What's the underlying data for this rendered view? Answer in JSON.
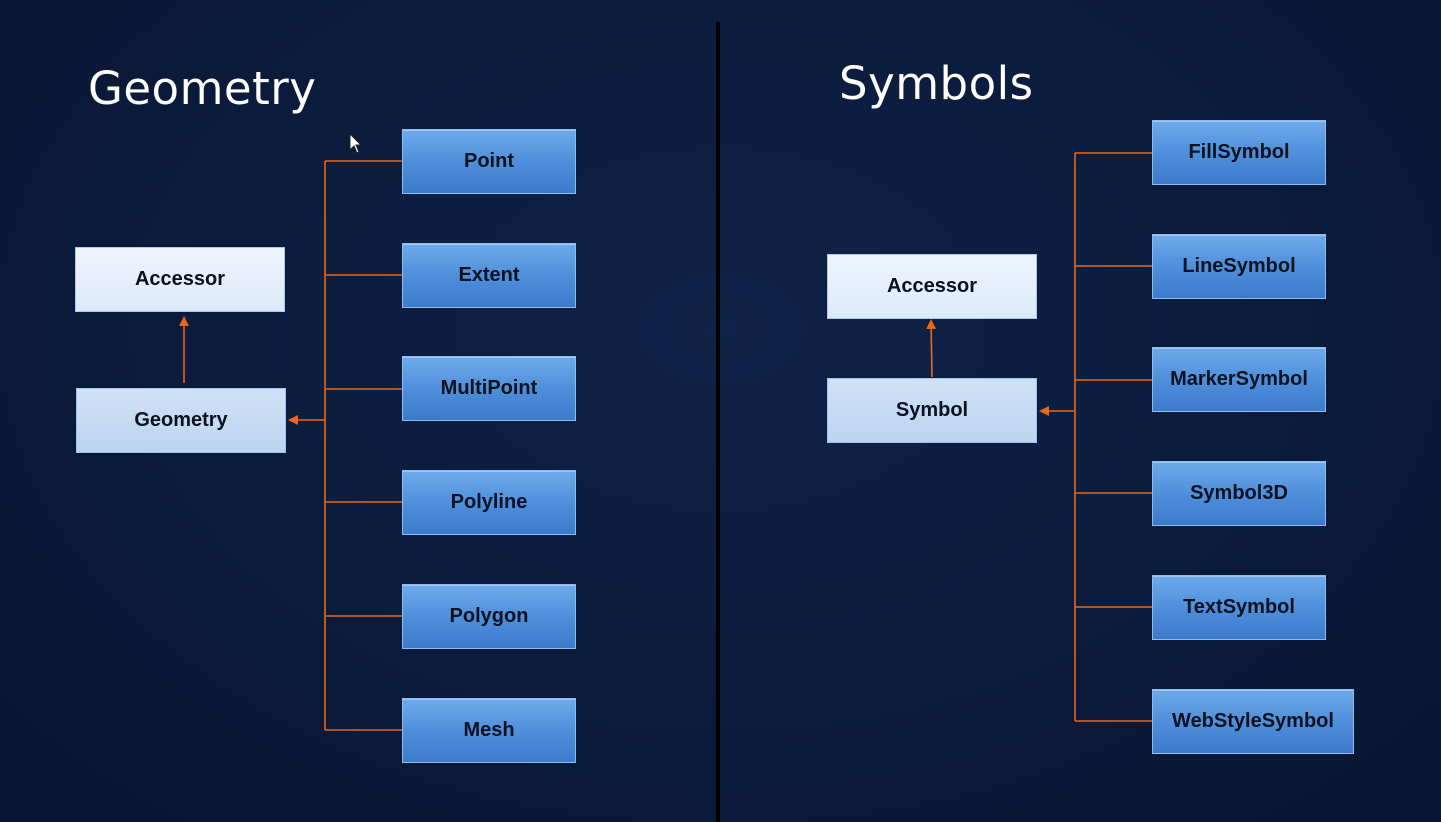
{
  "left_panel": {
    "title": "Geometry",
    "accessor_label": "Accessor",
    "base_label": "Geometry",
    "children": [
      "Point",
      "Extent",
      "MultiPoint",
      "Polyline",
      "Polygon",
      "Mesh"
    ]
  },
  "right_panel": {
    "title": "Symbols",
    "accessor_label": "Accessor",
    "base_label": "Symbol",
    "children": [
      "FillSymbol",
      "LineSymbol",
      "MarkerSymbol",
      "Symbol3D",
      "TextSymbol",
      "WebStyleSymbol"
    ]
  },
  "colors": {
    "background": "#0b1b3b",
    "connector": "#e8671c",
    "child_box": "#4f8fdb",
    "base_box": "#bcd5f0",
    "accessor_box": "#dceaf9"
  },
  "icons": {
    "cursor": "mouse-pointer-icon"
  }
}
